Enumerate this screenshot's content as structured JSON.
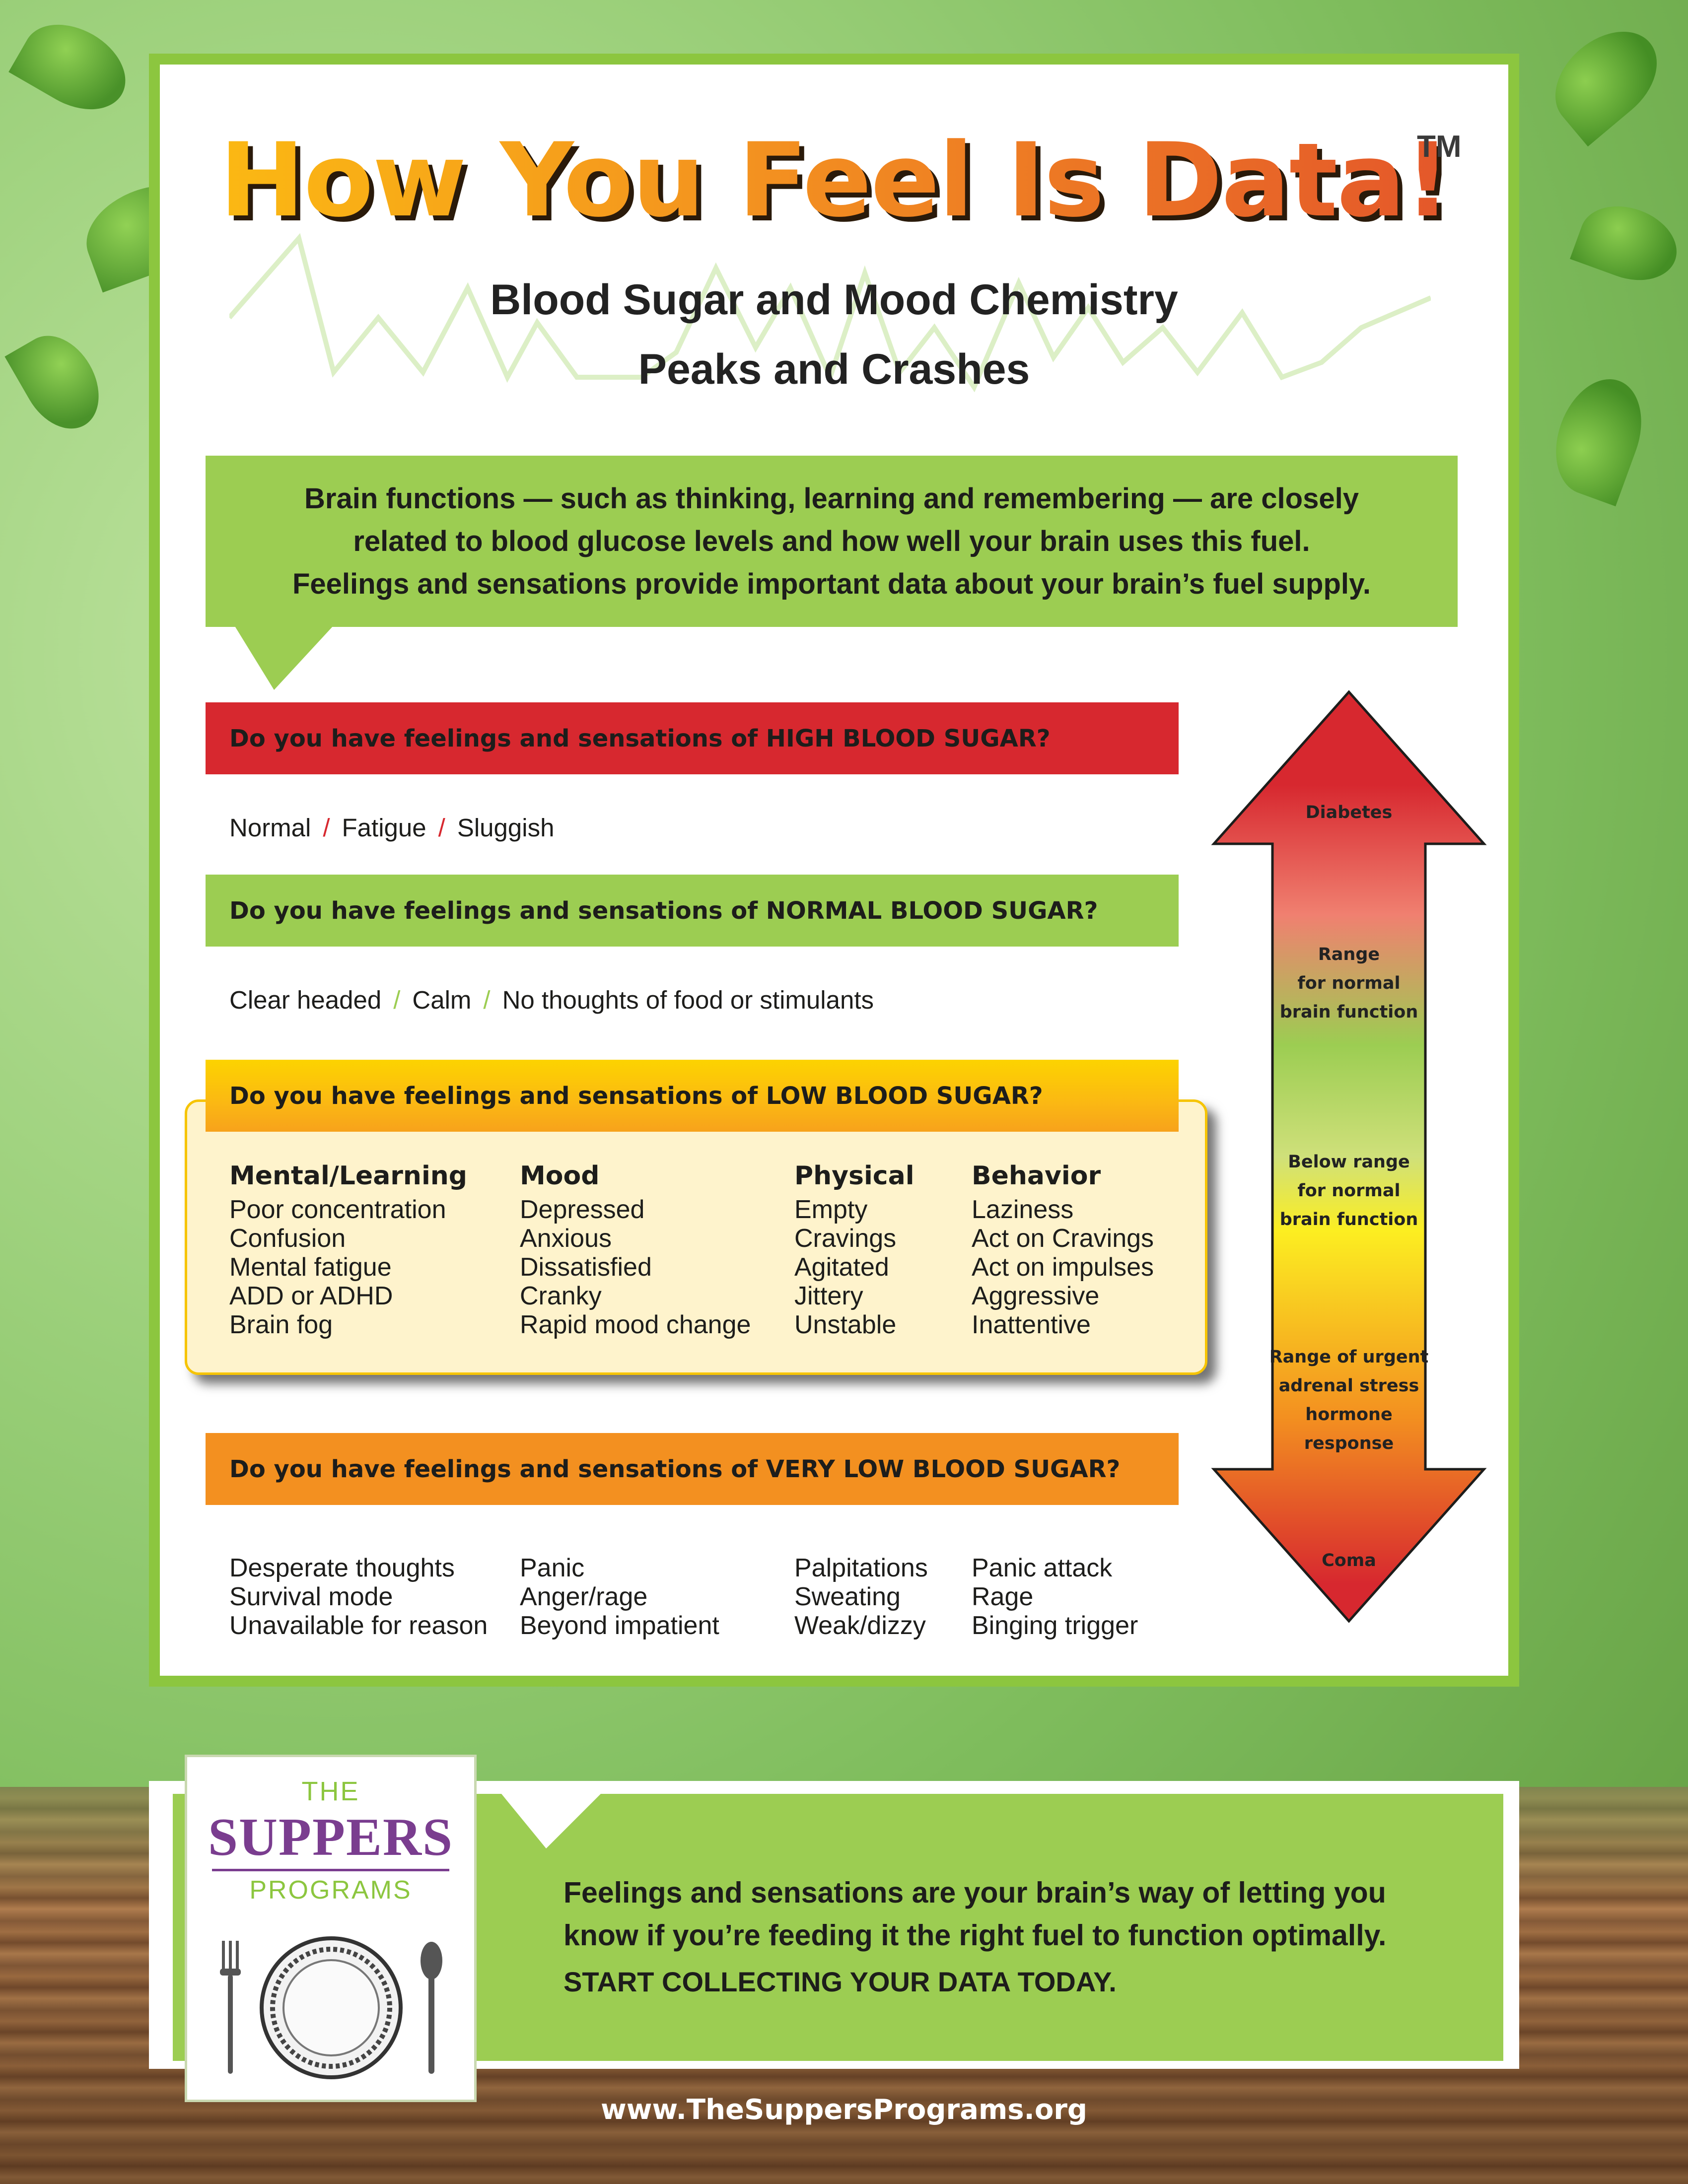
{
  "header": {
    "title": "How You Feel Is Data!",
    "trademark": "TM",
    "subtitle_line1": "Blood Sugar and Mood Chemistry",
    "subtitle_line2": "Peaks and Crashes"
  },
  "intro": {
    "line1": "Brain functions — such as thinking, learning and remembering — are closely",
    "line2": "related to blood glucose levels and how well your brain uses this fuel.",
    "line3": "Feelings and sensations provide important data about your brain’s fuel supply."
  },
  "sections": {
    "high": {
      "question": "Do you have feelings and sensations of HIGH BLOOD SUGAR?",
      "answers": [
        "Normal",
        "Fatigue",
        "Sluggish"
      ],
      "color": "#d7282f",
      "sep_color": "#d7282f"
    },
    "normal": {
      "question": "Do you have feelings and sensations of NORMAL BLOOD SUGAR?",
      "answers": [
        "Clear headed",
        "Calm",
        "No thoughts of food or stimulants"
      ],
      "color": "#9ccd52",
      "sep_color": "#9ccd52"
    },
    "low": {
      "question": "Do you have feelings and sensations of LOW BLOOD SUGAR?",
      "color": "#fcd300",
      "columns": [
        {
          "heading": "Mental/Learning",
          "items": [
            "Poor concentration",
            "Confusion",
            "Mental fatigue",
            "ADD or ADHD",
            "Brain fog"
          ]
        },
        {
          "heading": "Mood",
          "items": [
            "Depressed",
            "Anxious",
            "Dissatisfied",
            "Cranky",
            "Rapid mood change"
          ]
        },
        {
          "heading": "Physical",
          "items": [
            "Empty",
            "Cravings",
            "Agitated",
            "Jittery",
            "Unstable"
          ]
        },
        {
          "heading": "Behavior",
          "items": [
            "Laziness",
            "Act on Cravings",
            "Act on impulses",
            "Aggressive",
            "Inattentive"
          ]
        }
      ]
    },
    "very_low": {
      "question": "Do you have feelings and sensations of VERY LOW BLOOD SUGAR?",
      "color": "#f39020",
      "columns": [
        {
          "items": [
            "Desperate thoughts",
            "Survival mode",
            "Unavailable for reason"
          ]
        },
        {
          "items": [
            "Panic",
            "Anger/rage",
            "Beyond impatient"
          ]
        },
        {
          "items": [
            "Palpitations",
            "Sweating",
            "Weak/dizzy"
          ]
        },
        {
          "items": [
            "Panic attack",
            "Rage",
            "Binging trigger"
          ]
        }
      ]
    }
  },
  "scale_arrow": {
    "labels": [
      {
        "text": [
          "Diabetes"
        ]
      },
      {
        "text": [
          "Range",
          "for normal",
          "brain function"
        ]
      },
      {
        "text": [
          "Below range",
          "for normal",
          "brain function"
        ]
      },
      {
        "text": [
          "Range of urgent",
          "adrenal stress",
          "hormone",
          "response"
        ]
      },
      {
        "text": [
          "Coma"
        ]
      }
    ],
    "colors": [
      "#d7282f",
      "#9ccd52",
      "#fcee21",
      "#f39020",
      "#d7282f"
    ]
  },
  "footer": {
    "line1": "Feelings and sensations are your brain’s way of letting you",
    "line2": "know if you’re feeding it the right fuel to function optimally.",
    "cta": "START COLLECTING YOUR DATA TODAY.",
    "url": "www.TheSuppersPrograms.org"
  },
  "logo": {
    "the": "THE",
    "suppers": "SUPPERS",
    "programs": "PROGRAMS"
  }
}
